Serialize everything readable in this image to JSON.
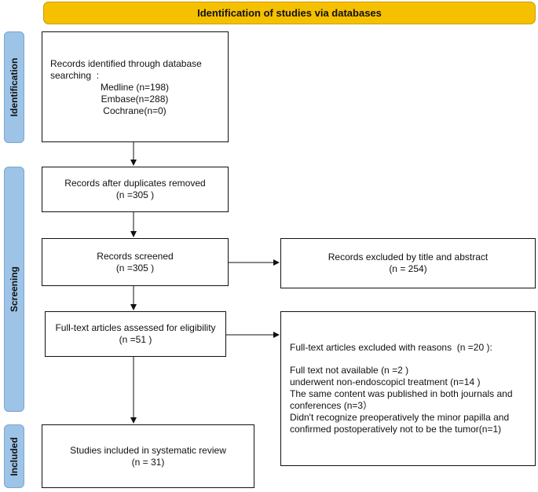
{
  "header": {
    "title": "Identification of studies via databases"
  },
  "stages": {
    "identification": "Identification",
    "screening": "Screening",
    "included": "Included"
  },
  "identified": {
    "line1": "Records identified through database",
    "line2": "searching  :",
    "medline": "Medline (n=198)",
    "embase": "Embase(n=288)",
    "cochrane": "Cochrane(n=0)"
  },
  "dedup": {
    "line1": "Records after duplicates removed",
    "line2": "(n =305 )"
  },
  "screened": {
    "line1": "Records screened",
    "line2": "(n =305 )"
  },
  "excluded_title": {
    "line1": "Records excluded by title and abstract",
    "line2": "(n = 254)"
  },
  "fulltext": {
    "line1": "Full-text articles assessed for eligibility",
    "line2": "(n =51 )"
  },
  "excluded_fulltext": {
    "heading": "Full-text articles excluded with reasons  (n =20 ):",
    "r1": "Full text not available (n =2 )",
    "r2": "underwent non-endoscopicl treatment (n=14 )",
    "r3a": "The same content was published in both journals and",
    "r3b": "conferences (n=3）",
    "r4a": "Didn't recognize preoperatively the minor papilla and",
    "r4b": "confirmed postoperatively not to be the tumor(n=1)"
  },
  "included": {
    "line1": "Studies included in systematic review",
    "line2": "(n = 31)"
  }
}
